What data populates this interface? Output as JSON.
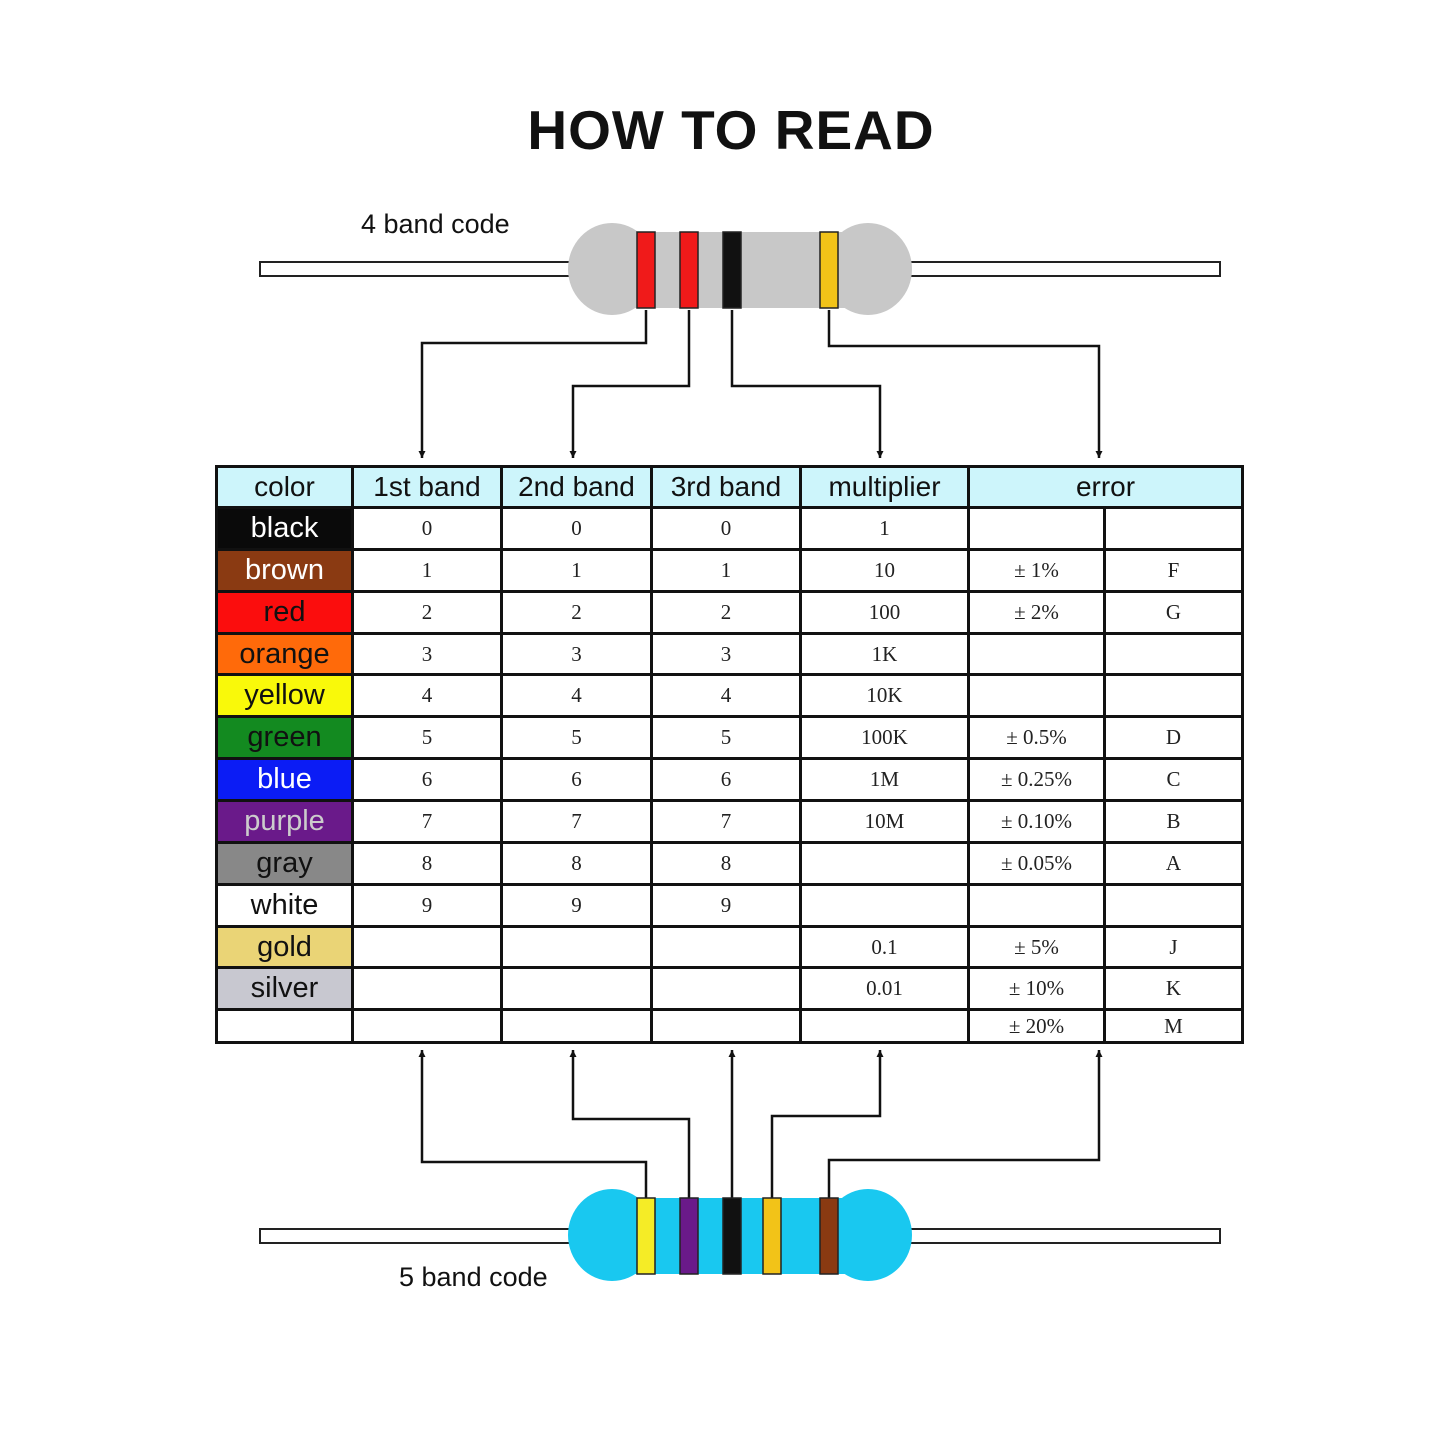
{
  "title": "HOW TO READ",
  "label_4band": "4 band code",
  "label_5band": "5 band code",
  "resistor_4band": {
    "body_color": "#c8c8c8",
    "bands": [
      "#f01a1a",
      "#f01a1a",
      "#111111",
      "#f2c318"
    ]
  },
  "resistor_5band": {
    "body_color": "#19c8f0",
    "bands": [
      "#f5ec26",
      "#6a1a8a",
      "#111111",
      "#f2c318",
      "#8a3a12"
    ]
  },
  "table": {
    "headers": [
      "color",
      "1st band",
      "2nd band",
      "3rd band",
      "multiplier",
      "error"
    ],
    "header_bg": "#cdf5fb",
    "rows": [
      {
        "name": "black",
        "bg": "#0a0a0a",
        "fg": "#ffffff",
        "c1": "0",
        "c2": "0",
        "c3": "0",
        "mult": "1",
        "err": "",
        "code": ""
      },
      {
        "name": "brown",
        "bg": "#8a3a12",
        "fg": "#ffffff",
        "c1": "1",
        "c2": "1",
        "c3": "1",
        "mult": "10",
        "err": "± 1%",
        "code": "F"
      },
      {
        "name": "red",
        "bg": "#fb0d0d",
        "fg": "#111111",
        "c1": "2",
        "c2": "2",
        "c3": "2",
        "mult": "100",
        "err": "± 2%",
        "code": "G"
      },
      {
        "name": "orange",
        "bg": "#ff6a0a",
        "fg": "#111111",
        "c1": "3",
        "c2": "3",
        "c3": "3",
        "mult": "1K",
        "err": "",
        "code": ""
      },
      {
        "name": "yellow",
        "bg": "#f9f90a",
        "fg": "#111111",
        "c1": "4",
        "c2": "4",
        "c3": "4",
        "mult": "10K",
        "err": "",
        "code": ""
      },
      {
        "name": "green",
        "bg": "#138a20",
        "fg": "#111111",
        "c1": "5",
        "c2": "5",
        "c3": "5",
        "mult": "100K",
        "err": "± 0.5%",
        "code": "D"
      },
      {
        "name": "blue",
        "bg": "#0b1cf5",
        "fg": "#ffffff",
        "c1": "6",
        "c2": "6",
        "c3": "6",
        "mult": "1M",
        "err": "± 0.25%",
        "code": "C"
      },
      {
        "name": "purple",
        "bg": "#6a1a8a",
        "fg": "#cccccc",
        "c1": "7",
        "c2": "7",
        "c3": "7",
        "mult": "10M",
        "err": "± 0.10%",
        "code": "B"
      },
      {
        "name": "gray",
        "bg": "#888888",
        "fg": "#111111",
        "c1": "8",
        "c2": "8",
        "c3": "8",
        "mult": "",
        "err": "± 0.05%",
        "code": "A"
      },
      {
        "name": "white",
        "bg": "#ffffff",
        "fg": "#111111",
        "c1": "9",
        "c2": "9",
        "c3": "9",
        "mult": "",
        "err": "",
        "code": ""
      },
      {
        "name": "gold",
        "bg": "#ead476",
        "fg": "#111111",
        "c1": "",
        "c2": "",
        "c3": "",
        "mult": "0.1",
        "err": "± 5%",
        "code": "J"
      },
      {
        "name": "silver",
        "bg": "#c8c8d0",
        "fg": "#111111",
        "c1": "",
        "c2": "",
        "c3": "",
        "mult": "0.01",
        "err": "± 10%",
        "code": "K"
      },
      {
        "name": "",
        "bg": "#ffffff",
        "fg": "#111111",
        "c1": "",
        "c2": "",
        "c3": "",
        "mult": "",
        "err": "± 20%",
        "code": "M"
      }
    ]
  }
}
